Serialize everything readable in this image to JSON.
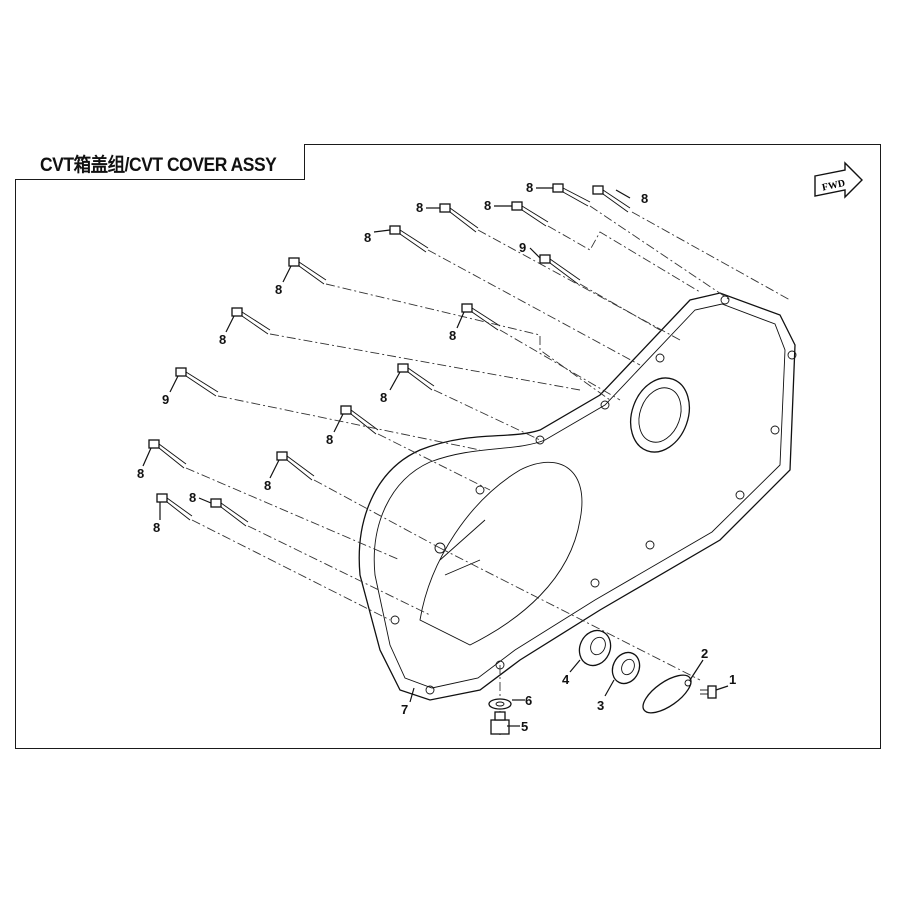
{
  "diagram": {
    "title": "CVT箱盖组/CVT COVER ASSY",
    "fwd_label": "FWD",
    "callouts": [
      "8",
      "8",
      "8",
      "8",
      "8",
      "8",
      "9",
      "8",
      "8",
      "8",
      "9",
      "8",
      "8",
      "8",
      "8",
      "8",
      "8",
      "8",
      "7",
      "6",
      "5",
      "4",
      "3",
      "2",
      "1"
    ]
  }
}
